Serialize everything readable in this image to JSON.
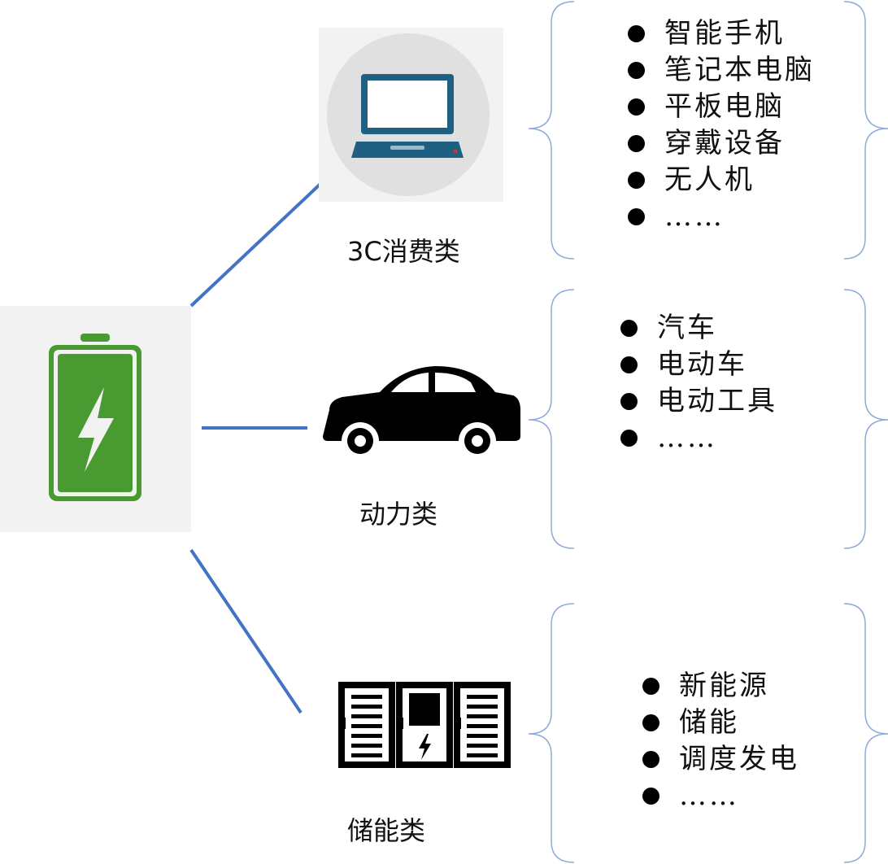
{
  "colors": {
    "connector": "#4472c4",
    "brace": "#8fa9d8",
    "battery": "#4a9a32",
    "tile": "#f2f2f2"
  },
  "icons": {
    "source": "battery-icon",
    "consumer": "laptop-icon",
    "power": "car-icon",
    "storage": "energy-storage-cabinet-icon"
  },
  "categories": [
    {
      "label": "3C消费类",
      "items": [
        "智能手机",
        "笔记本电脑",
        "平板电脑",
        "穿戴设备",
        "无人机",
        "……"
      ]
    },
    {
      "label": "动力类",
      "items": [
        "汽车",
        "电动车",
        "电动工具",
        "……"
      ]
    },
    {
      "label": "储能类",
      "items": [
        "新能源",
        "储能",
        "调度发电",
        "……"
      ]
    }
  ]
}
